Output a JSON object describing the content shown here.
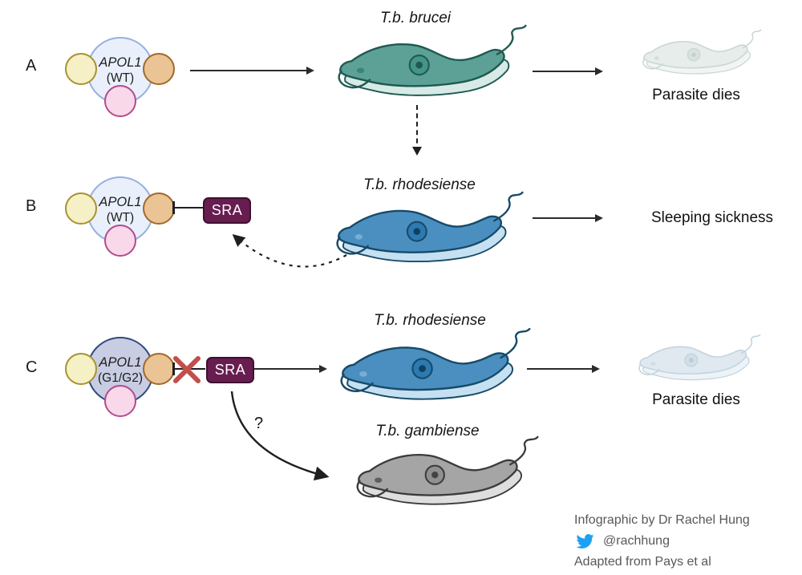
{
  "rows": {
    "A": {
      "label": "A",
      "complex": {
        "gene": "APOL1",
        "variant": "(WT)"
      },
      "species": "T.b. brucei",
      "outcome": "Parasite dies"
    },
    "B": {
      "label": "B",
      "complex": {
        "gene": "APOL1",
        "variant": "(WT)"
      },
      "sra_label": "SRA",
      "species": "T.b. rhodesiense",
      "outcome": "Sleeping sickness"
    },
    "C": {
      "label": "C",
      "complex": {
        "gene": "APOL1",
        "variant": "(G1/G2)"
      },
      "sra_label": "SRA",
      "question": "?",
      "species_top": "T.b. rhodesiense",
      "species_bottom": "T.b. gambiense",
      "outcome": "Parasite dies"
    }
  },
  "credits": {
    "line1": "Infographic by Dr Rachel Hung",
    "twitter_icon": "twitter-bird",
    "handle": "@rachhung",
    "line2": "Adapted from Pays et al"
  },
  "colors": {
    "accent_sra": "#671d4f",
    "sra_border": "#40102f",
    "inhibit_x": "#c14f4b",
    "arrow": "#2b2b2b",
    "twitter_blue": "#1da1f2",
    "complex_wt_fill": "#e9f0fb",
    "complex_wt_border": "#96b1de",
    "complex_mut_fill": "#c8cde3",
    "complex_mut_border": "#2e4c7f",
    "subunit_yellow_fill": "#f6f0c6",
    "subunit_yellow_border": "#a8922f",
    "subunit_orange_fill": "#eac495",
    "subunit_orange_border": "#a3682a",
    "subunit_pink_fill": "#f9d8e9",
    "subunit_pink_border": "#b34a8e"
  },
  "parasites": {
    "brucei": {
      "line": "#1f5a52",
      "body": "#5da196",
      "light": "#d7eae6",
      "nucleus": "#45948a",
      "dot": "#1f5a52",
      "kineto": "#3c847a"
    },
    "rhodesiense": {
      "line": "#174a68",
      "body": "#4a8fc0",
      "light": "#c4e0f1",
      "nucleus": "#2d7ab2",
      "dot": "#10405c",
      "kineto": "#78aed4"
    },
    "gambiense": {
      "line": "#3b3b3b",
      "body": "#a5a5a5",
      "light": "#dedede",
      "nucleus": "#909090",
      "dot": "#444444",
      "kineto": "#5f5f5f"
    },
    "faded_green": {
      "line": "#c9d6d2",
      "body": "#e6edeb",
      "light": "#f1f5f4",
      "nucleus": "#d8e2df",
      "dot": "#c2d1ce",
      "kineto": "#d2dedb"
    },
    "faded_blue": {
      "line": "#c3d3de",
      "body": "#dfe9ef",
      "light": "#edf3f7",
      "nucleus": "#d0dfe8",
      "dot": "#b9ccd9",
      "kineto": "#ccdce6"
    }
  }
}
